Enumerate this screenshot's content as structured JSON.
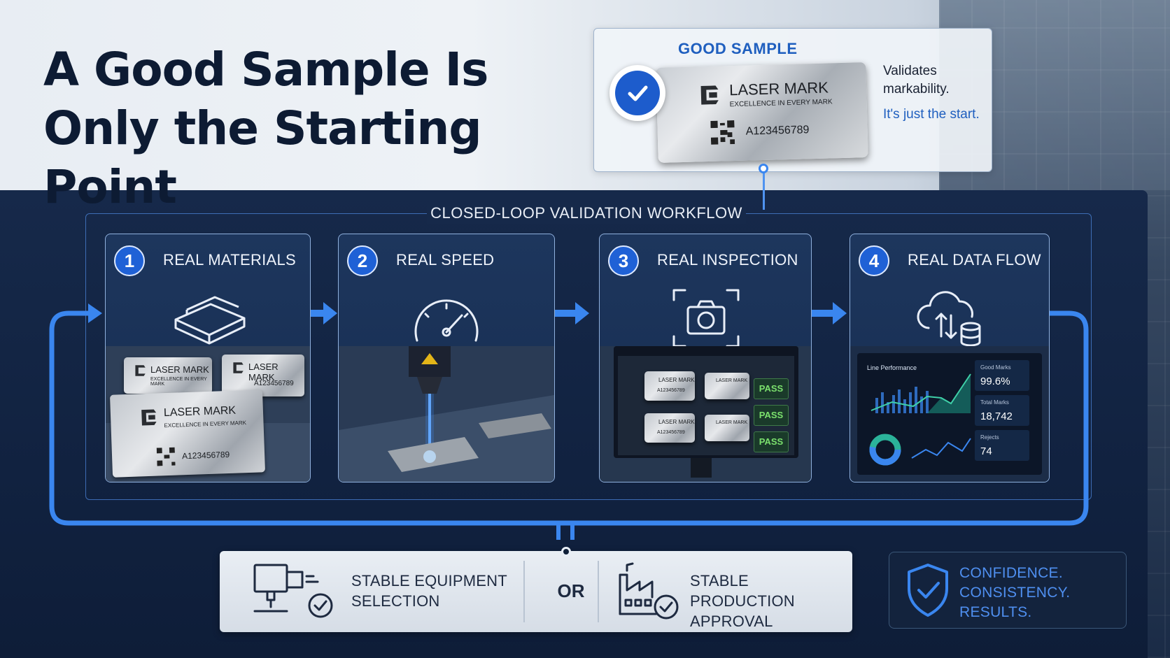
{
  "header": {
    "title_line1": "A Good Sample Is",
    "title_line2": "Only the Starting Point"
  },
  "good_sample": {
    "label": "GOOD SAMPLE",
    "plate_brand": "LASER MARK",
    "plate_tagline": "EXCELLENCE IN EVERY MARK",
    "plate_serial": "A123456789",
    "note1": "Validates markability.",
    "note2": "It's just the start."
  },
  "workflow": {
    "title": "CLOSED-LOOP VALIDATION WORKFLOW",
    "steps": [
      {
        "number": "1",
        "label": "REAL MATERIALS",
        "icon": "stacked-plates-icon"
      },
      {
        "number": "2",
        "label": "REAL SPEED",
        "icon": "speedometer-icon"
      },
      {
        "number": "3",
        "label": "REAL INSPECTION",
        "icon": "camera-icon"
      },
      {
        "number": "4",
        "label": "REAL DATA FLOW",
        "icon": "cloud-database-icon"
      }
    ],
    "materials_photo": {
      "brand": "LASER MARK",
      "tagline": "EXCELLENCE IN EVERY MARK",
      "serial": "A123456789"
    },
    "inspection_photo": {
      "pass_labels": [
        "PASS",
        "PASS",
        "PASS"
      ],
      "plate_brand": "LASER MARK",
      "plate_serial": "A123456789"
    },
    "dashboard": {
      "title": "Line Performance",
      "kpis": [
        {
          "label": "Good Marks",
          "value": "99.6%"
        },
        {
          "label": "Total Marks",
          "value": "18,742"
        },
        {
          "label": "Rejects",
          "value": "74"
        }
      ]
    }
  },
  "outcomes": {
    "option1_line1": "STABLE EQUIPMENT",
    "option1_line2": "SELECTION",
    "separator": "OR",
    "option2_line1": "STABLE PRODUCTION",
    "option2_line2": "APPROVAL"
  },
  "confidence": {
    "lines": [
      "CONFIDENCE.",
      "CONSISTENCY.",
      "RESULTS."
    ]
  },
  "colors": {
    "accent_blue": "#1f61d6",
    "loop_blue": "#3a86ef",
    "pass_green": "#7be06d",
    "navy": "#0d1b33"
  }
}
